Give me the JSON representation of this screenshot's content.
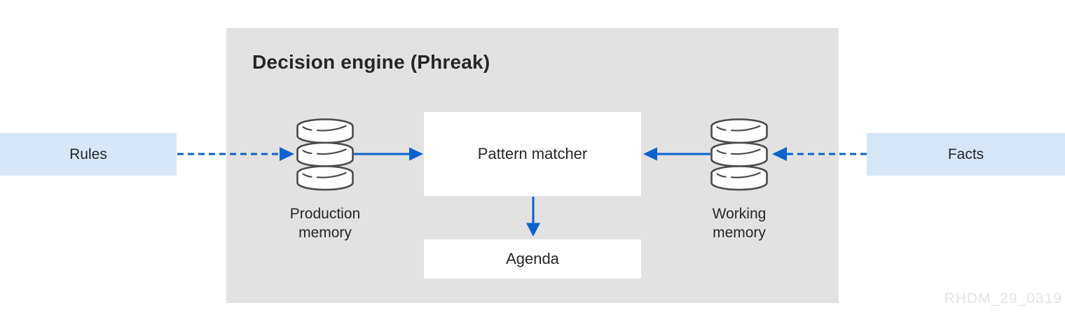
{
  "diagram": {
    "title": "Decision engine (Phreak)",
    "watermark": "RHDM_29_0319",
    "colors": {
      "container_bg": "#e2e2e2",
      "node_bg": "#ffffff",
      "io_bg": "#d7e7f7",
      "arrow_blue": "#0b63cc",
      "icon_stroke": "#4a4a4a",
      "text_dark": "#262626",
      "watermark_gray": "#e4e4e4"
    }
  },
  "nodes": {
    "rules": {
      "label": "Rules"
    },
    "facts": {
      "label": "Facts"
    },
    "production_memory": {
      "label": "Production memory",
      "icon": "database-icon"
    },
    "working_memory": {
      "label": "Working memory",
      "icon": "database-icon"
    },
    "pattern_matcher": {
      "label": "Pattern matcher"
    },
    "agenda": {
      "label": "Agenda"
    }
  },
  "edges": [
    {
      "from": "rules",
      "to": "production_memory",
      "style": "dashed",
      "direction": "right"
    },
    {
      "from": "production_memory",
      "to": "pattern_matcher",
      "style": "solid",
      "direction": "right"
    },
    {
      "from": "working_memory",
      "to": "pattern_matcher",
      "style": "solid",
      "direction": "left"
    },
    {
      "from": "facts",
      "to": "working_memory",
      "style": "dashed",
      "direction": "left"
    },
    {
      "from": "pattern_matcher",
      "to": "agenda",
      "style": "solid",
      "direction": "down"
    }
  ]
}
